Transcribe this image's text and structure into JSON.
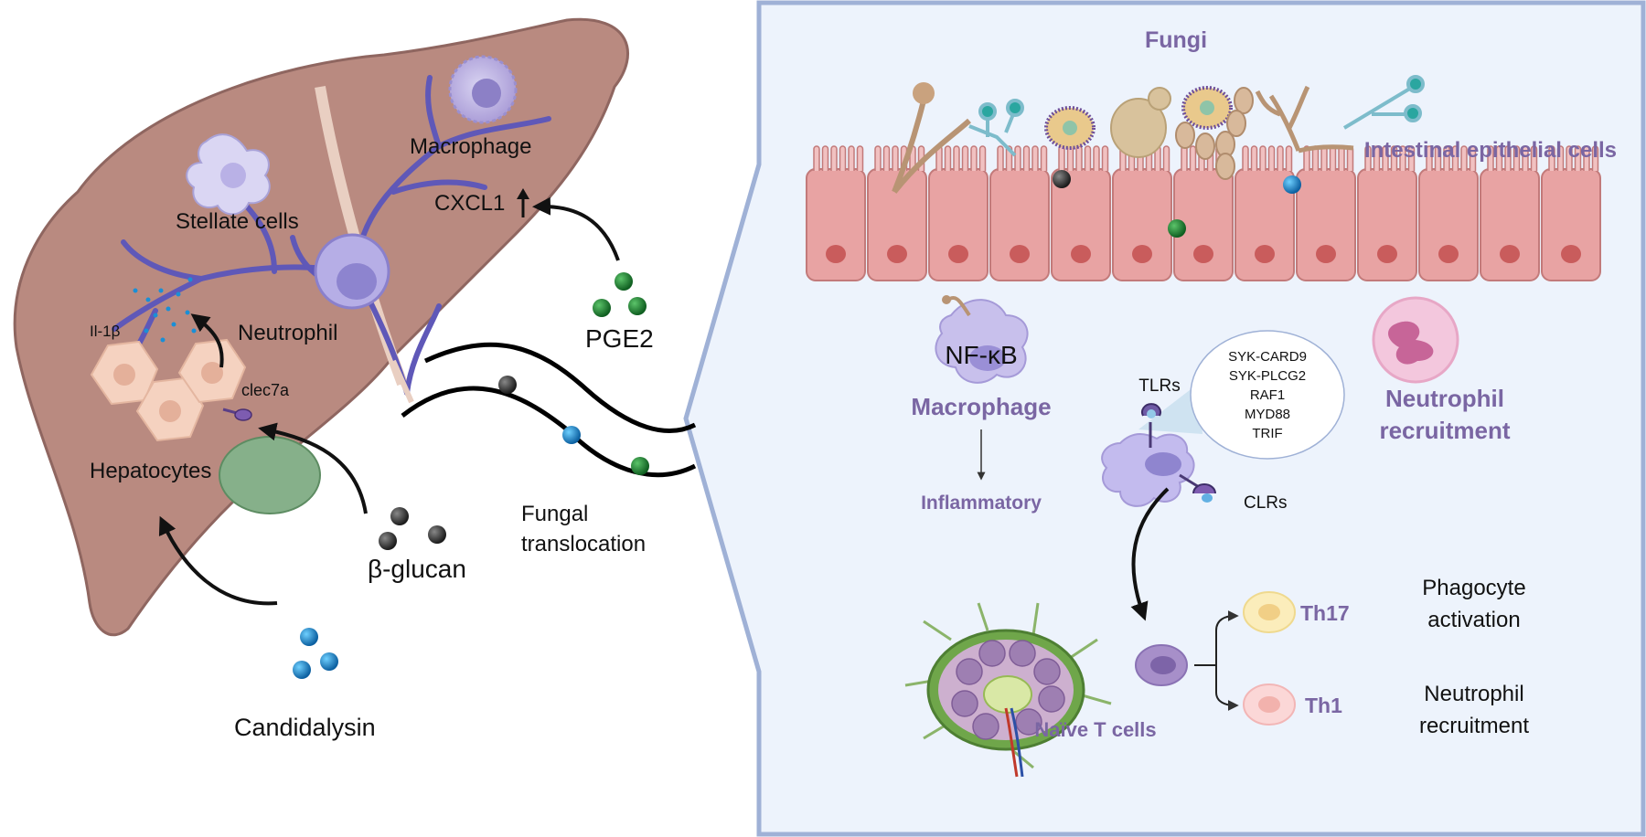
{
  "left_panel": {
    "labels": {
      "macrophage": "Macrophage",
      "stellate_cells": "Stellate cells",
      "cxcl1": "CXCL1",
      "il1b": "Il-1β",
      "neutrophil": "Neutrophil",
      "clec7a": "clec7a",
      "hepatocytes": "Hepatocytes",
      "pge2": "PGE2",
      "beta_glucan": "β-glucan",
      "fungal_translocation_1": "Fungal",
      "fungal_translocation_2": "translocation",
      "candidalysin": "Candidalysin"
    }
  },
  "right_panel": {
    "labels": {
      "fungi": "Fungi",
      "intestinal_epithelial_cells": "Intestinal epithelial cells",
      "nfkb": "NF-κB",
      "macrophage": "Macrophage",
      "inflammatory": "Inflammatory",
      "tlrs": "TLRs",
      "clrs": "CLRs",
      "neutrophil_recruitment_1": "Neutrophil",
      "neutrophil_recruitment_2": "recruitment",
      "naive_t_cells": "Naïve T cells",
      "th17": "Th17",
      "th1": "Th1",
      "phagocyte_activation_1": "Phagocyte",
      "phagocyte_activation_2": "activation",
      "neutrophil_recruitment_b_1": "Neutrophil",
      "neutrophil_recruitment_b_2": "recruitment"
    },
    "signaling": [
      "SYK-CARD9",
      "SYK-PLCG2",
      "RAF1",
      "MYD88",
      "TRIF"
    ]
  },
  "colors": {
    "panel_bg": "#edf3fc",
    "panel_border": "#9fb1d6",
    "liver": "#b9867d",
    "vessel": "#5f58b8",
    "purple_label": "#6e5a92",
    "epithelium": "#e8a3a3",
    "bead_black": "#2f2f2f",
    "bead_green": "#1f8a34",
    "bead_blue": "#1a8fd6"
  }
}
